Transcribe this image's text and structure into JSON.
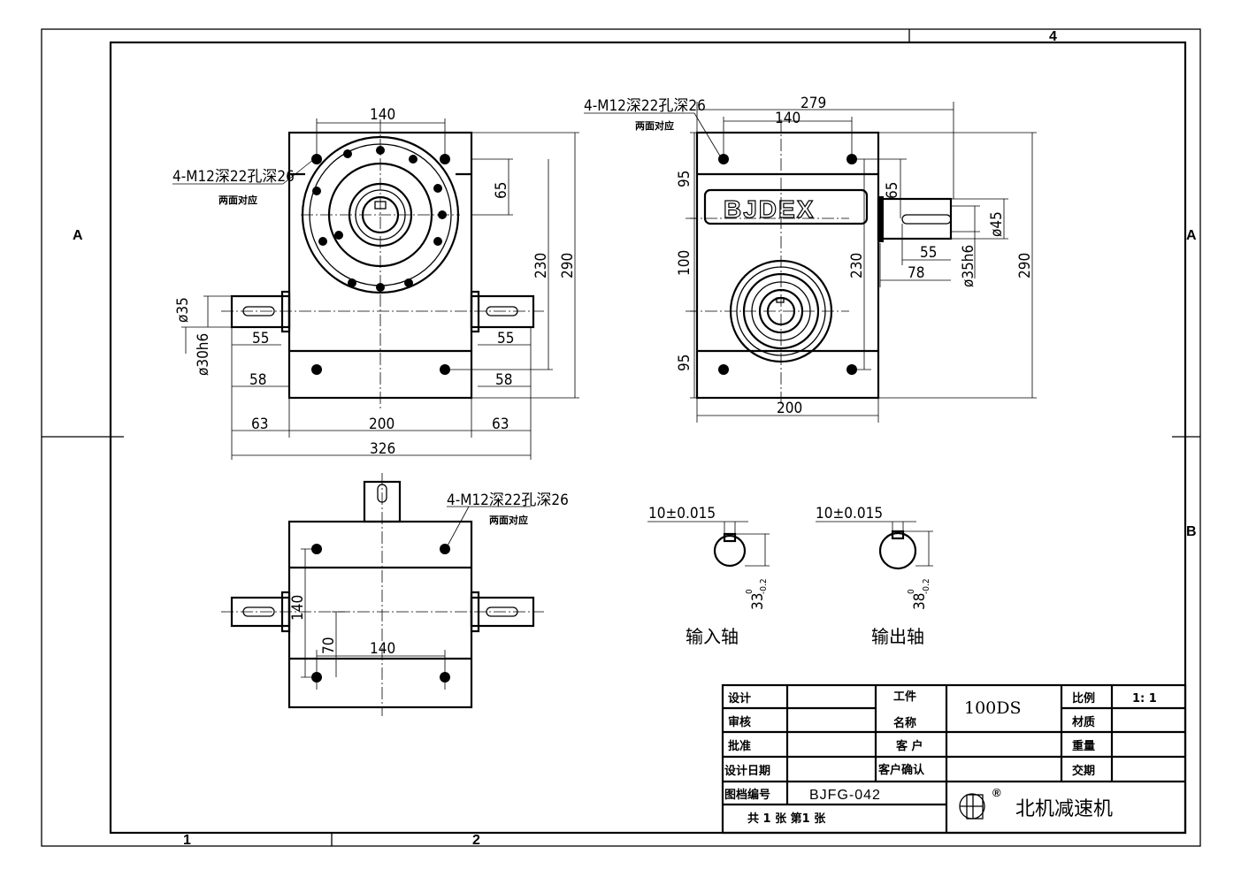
{
  "border": {
    "top_zone": "4",
    "bottom_zones": [
      "1",
      "2"
    ],
    "left_zone": "A",
    "right_zones": [
      "A",
      "B"
    ]
  },
  "front_view": {
    "hole_note": "4-M12深22孔深26",
    "hole_note_sub": "两面对应",
    "dims": {
      "top": "140",
      "v65": "65",
      "v230": "230",
      "v290": "290",
      "d35": "ø35",
      "d30h6": "ø30h6",
      "l55": "55",
      "r55": "55",
      "l58": "58",
      "r58": "58",
      "l63": "63",
      "w200": "200",
      "r63": "63",
      "w326": "326"
    }
  },
  "side_view": {
    "hole_note": "4-M12深22孔深26",
    "hole_note_sub": "两面对应",
    "brand": "BJDEX",
    "dims": {
      "w279": "279",
      "w140": "140",
      "v95a": "95",
      "v100": "100",
      "v95b": "95",
      "v65": "65",
      "v230": "230",
      "v290": "290",
      "d45": "ø45",
      "d35h6": "ø35h6",
      "l55": "55",
      "l78": "78",
      "w200": "200"
    }
  },
  "bottom_view": {
    "hole_note": "4-M12深22孔深26",
    "hole_note_sub": "两面对应",
    "dims": {
      "v140": "140",
      "v70": "70",
      "w140": "140"
    }
  },
  "sections": [
    {
      "key_tol": "10±0.015",
      "depth": "33",
      "depth_tol_top": "0",
      "depth_tol_bottom": "-0.2",
      "label": "输入轴"
    },
    {
      "key_tol": "10±0.015",
      "depth": "38",
      "depth_tol_top": "0",
      "depth_tol_bottom": "-0.2",
      "label": "输出轴"
    }
  ],
  "title_block": {
    "design": "设计",
    "review": "审核",
    "approve": "批准",
    "design_date": "设计日期",
    "part_label_1": "工件",
    "part_label_2": "名称",
    "part_name": "100DS",
    "customer": "客 户",
    "customer_confirm": "客户确认",
    "scale_label": "比例",
    "scale": "1: 1",
    "material_label": "材质",
    "weight_label": "重量",
    "delivery_label": "交期",
    "drawing_no_label": "图档编号",
    "drawing_no": "BJFG-042",
    "sheets": "共 1 张 第1 张",
    "company": "北机减速机",
    "registered": "®"
  }
}
